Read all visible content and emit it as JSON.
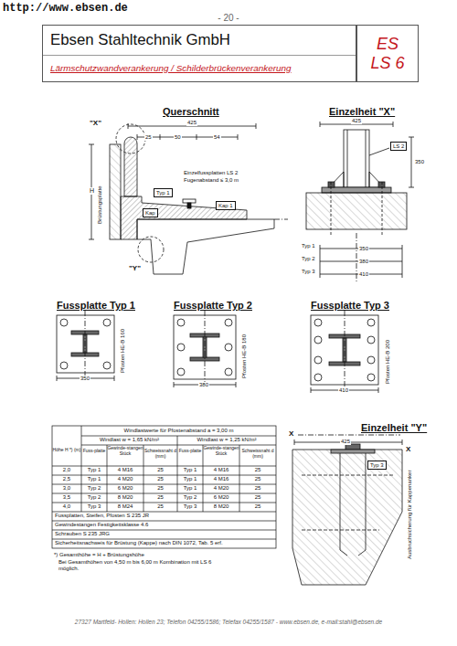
{
  "diagram": {
    "nodes": [
      {
        "text": [
          "Ebsen Stahltechnik GmbH",
          "Lärmschutzwandverankerung / Schilderbrückenverankerung"
        ]
      },
      {
        "text": [
          "ES LS 6"
        ]
      },
      {
        "text": [
          "Typ 1"
        ]
      },
      {
        "text": [
          "Kap"
        ]
      },
      {
        "text": [
          "Kap 1"
        ]
      },
      {
        "text": [
          "LS 2"
        ]
      },
      {
        "text": [
          "Typ 3"
        ]
      }
    ],
    "labels": [
      "http://www.ebsen.de",
      "- 20 -",
      "Querschnitt",
      "Einzelheit \"X\"",
      "\"X\"",
      "425",
      "25",
      "50",
      "54",
      "Einzelfussplatten LS 2",
      "Fugenabstand ≤ 3,0 m",
      "Brüstungsplatte",
      "H",
      "\"Y\"",
      "425",
      "350",
      "Typ 1",
      "Typ 2",
      "Typ 3",
      "350",
      "380",
      "410",
      "Fussplatte Typ 1",
      "Fussplatte Typ 2",
      "Fussplatte Typ 3",
      "350",
      "Pfosten HE-B 160",
      "380",
      "Pfosten HE-B 180",
      "410",
      "Pfosten HE-B 200",
      "Windlastwerte für Pfostenabstand a = 3,00 m",
      "Windlast w = 1,65 kN/m²",
      "Windlast w = 1,25 kN/m²",
      "Höhe H *) (m)",
      "Fuss-platte",
      "Gewinde-stangen Stück",
      "Schweissnaht d (mm)",
      "Fuss-platte",
      "Gewinde-stangen Stück",
      "Schweissnaht d (mm)",
      "2,0",
      "Typ 1",
      "4 M16",
      "25",
      "Typ 1",
      "4 M16",
      "25",
      "2,5",
      "Typ 1",
      "4 M20",
      "25",
      "Typ 1",
      "4 M16",
      "25",
      "3,0",
      "Typ 2",
      "6 M20",
      "25",
      "Typ 1",
      "4 M20",
      "25",
      "3,5",
      "Typ 2",
      "8 M20",
      "25",
      "Typ 2",
      "6 M20",
      "25",
      "4,0",
      "Typ 3",
      "8 M24",
      "25",
      "Typ 3",
      "8 M20",
      "25",
      "Fussplatten, Steifen, Pfosten S 235 JR",
      "Gewindestangen Festigkeitsklasse 4.6",
      "Schrauben S 235 JRG",
      "Sicherheitsnachweis für Brüstung (Kappe) nach DIN 1072, Tab. 5 erf.",
      "*) Gesamthöhe = H + Brüstungshöhe",
      "Bei Gesamthöhen von 4,50 m bis 6,00 m Kombination mit LS 6 möglich.",
      "Einzelheit \"Y\"",
      "X",
      "X",
      "425",
      "Ausbruchsicherung für Kappenanker",
      "27327 Martfeld- Hollen: Hollen 23; Telefon 04255/1586; Telefax 04255/1587 - www.ebsen.de, e-mail:stahl@ebsen.de"
    ]
  }
}
